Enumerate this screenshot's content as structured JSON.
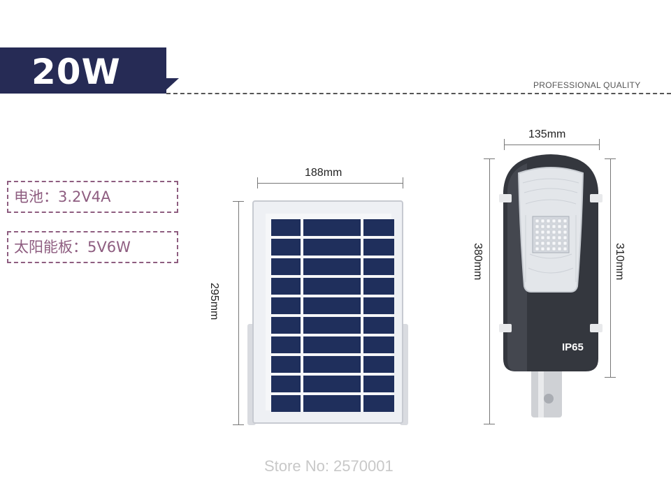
{
  "header": {
    "power": "20W",
    "tagline": "PROFESSIONAL QUALITY"
  },
  "specs": {
    "battery": "电池：3.2V4A",
    "panel": "太阳能板：5V6W"
  },
  "solar_panel": {
    "width": "188mm",
    "height": "295mm"
  },
  "street_light": {
    "width": "135mm",
    "total_height": "380mm",
    "body_height": "310mm",
    "rating": "IP65"
  },
  "footer": {
    "store": "Store No: 2570001"
  },
  "colors": {
    "banner": "#262b55",
    "spec_border": "#8e5d80",
    "panel_cell": "#1f2f5c",
    "lamp_body": "#3a3d44"
  }
}
